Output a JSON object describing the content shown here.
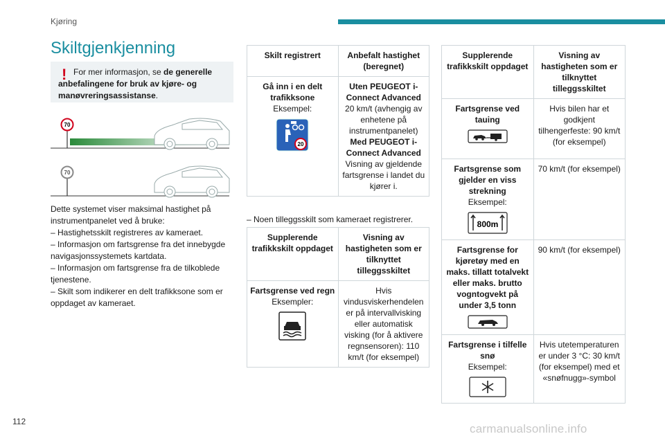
{
  "header": {
    "section": "Kjøring",
    "page_number": "112"
  },
  "title": "Skiltgjenkjenning",
  "notice": {
    "icon": "!",
    "prefix": "For mer informasjon, se ",
    "bold": "de generelle anbefalingene for bruk av kjøre- og manøvreringsassistanse",
    "suffix": "."
  },
  "illustrations": {
    "sign1": "70",
    "sign2": "70"
  },
  "body": {
    "intro": "Dette systemet viser maksimal hastighet på instrumentpanelet ved å bruke:",
    "items": [
      "– Hastighetsskilt registreres av kameraet.",
      "– Informasjon om fartsgrense fra det innebygde navigasjonssystemets kartdata.",
      "– Informasjon om fartsgrense fra de tilkoblede tjenestene.",
      "– Skilt som indikerer en delt trafikksone som er oppdaget av kameraet."
    ]
  },
  "table1": {
    "headers": [
      "Skilt registrert",
      "Anbefalt hastighet (beregnet)"
    ],
    "row": {
      "sign_title": "Gå inn i en delt trafikksone",
      "sign_example": "Eksempel:",
      "sign_number": "20",
      "uten_heading": "Uten PEUGEOT i-Connect Advanced",
      "uten_text": "20 km/t (avhengig av enhetene på instrumentpanelet)",
      "med_heading": "Med PEUGEOT i-Connect Advanced",
      "med_text": "Visning av gjeldende fartsgrense i landet du kjører i."
    }
  },
  "between_text": "– Noen tilleggsskilt som kameraet registrerer.",
  "table2": {
    "headers": [
      "Supplerende trafikkskilt oppdaget",
      "Visning av hastigheten som er tilknyttet tilleggsskiltet"
    ],
    "row": {
      "title": "Fartsgrense ved regn",
      "example": "Eksempler:",
      "value": "Hvis vindusviskerhendelen er på intervallvisking eller automatisk visking (for å aktivere regnsensoren): 110 km/t (for eksempel)"
    }
  },
  "table3": {
    "headers": [
      "Supplerende trafikkskilt oppdaget",
      "Visning av hastigheten som er tilknyttet tilleggsskiltet"
    ],
    "rows": [
      {
        "title": "Fartsgrense ved tauing",
        "example": "",
        "value": "Hvis bilen har et godkjent tilhengerfeste: 90 km/t (for eksempel)"
      },
      {
        "title": "Fartsgrense som gjelder en viss strekning",
        "example": "Eksempel:",
        "sign_text": "800m",
        "value": "70 km/t (for eksempel)"
      },
      {
        "title": "Fartsgrense for kjøretøy med en maks. tillatt totalvekt eller maks. brutto vogntogvekt på under 3,5 tonn",
        "example": "",
        "value": "90 km/t (for eksempel)"
      },
      {
        "title": "Fartsgrense i tilfelle snø",
        "example": "Eksempel:",
        "value": "Hvis utetemperaturen er under 3 °C: 30 km/t (for eksempel) med et «snøfnugg»-symbol"
      }
    ]
  },
  "watermark": "carmanualsonline.info"
}
